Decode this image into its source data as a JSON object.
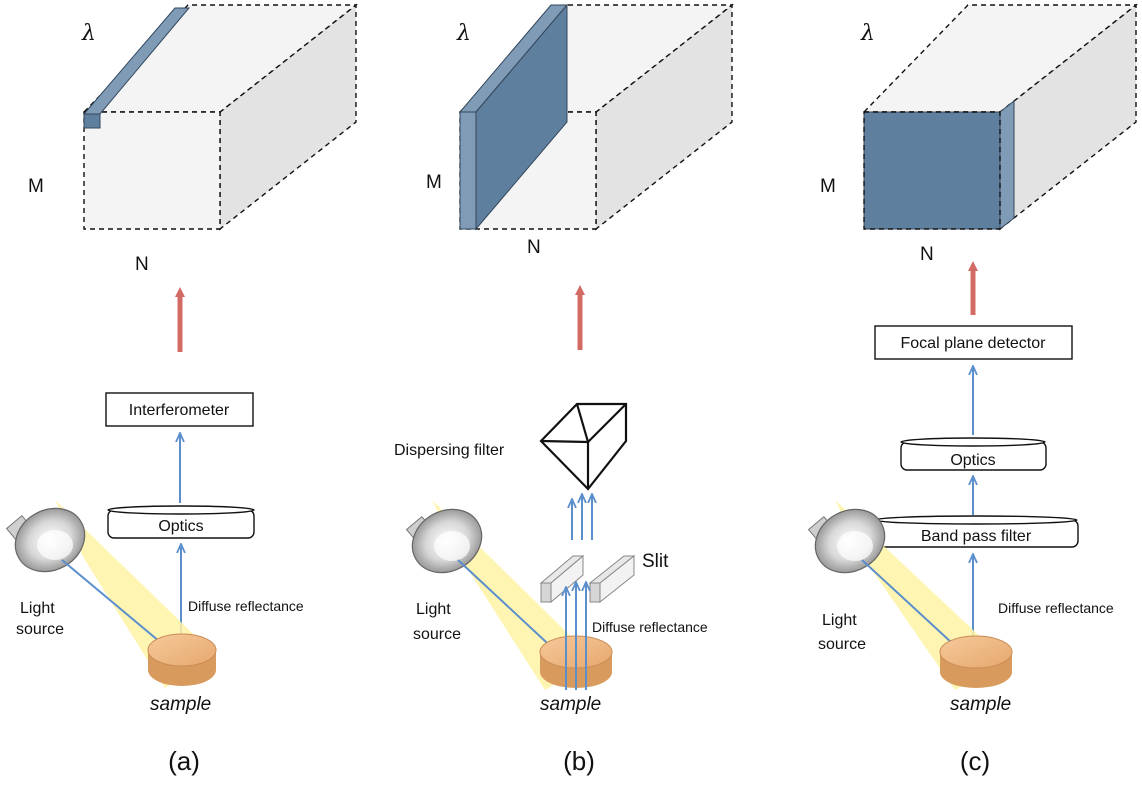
{
  "colors": {
    "slice": "#5f7f9e",
    "beam": "#fff3a6",
    "arrow_red": "#d26b63",
    "arrow_blue": "#5b8fcc",
    "sample": "#e6a86e"
  },
  "panels": [
    {
      "caption": "(a)",
      "axis_lambda": "λ",
      "axis_m": "M",
      "axis_n": "N",
      "boxes": [
        "Interferometer"
      ],
      "optics_label": "Optics",
      "light_source": [
        "Light",
        "source"
      ],
      "reflectance": "Diffuse reflectance",
      "sample": "sample"
    },
    {
      "caption": "(b)",
      "axis_lambda": "λ",
      "axis_m": "M",
      "axis_n": "N",
      "dispersing_label": "Dispersing filter",
      "slit_label": "Slit",
      "light_source": [
        "Light",
        "source"
      ],
      "reflectance": "Diffuse reflectance",
      "sample": "sample"
    },
    {
      "caption": "(c)",
      "axis_lambda": "λ",
      "axis_m": "M",
      "axis_n": "N",
      "boxes": [
        "Focal plane detector"
      ],
      "optics_label": "Optics",
      "filter_label": "Band pass filter",
      "light_source": [
        "Light",
        "source"
      ],
      "reflectance": "Diffuse reflectance",
      "sample": "sample"
    }
  ]
}
